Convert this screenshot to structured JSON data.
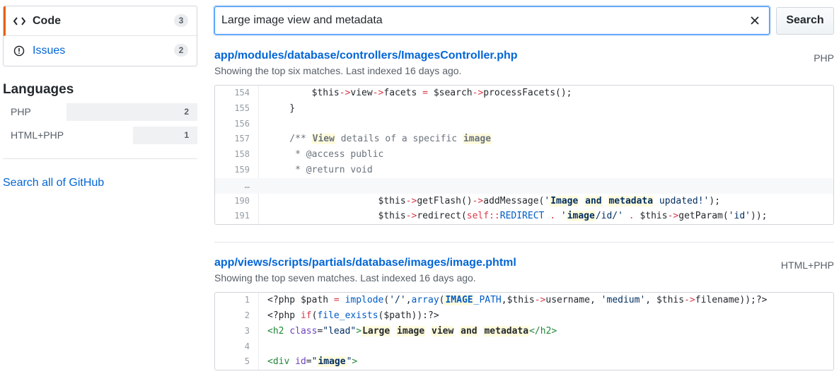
{
  "sidebar": {
    "filters": [
      {
        "label": "Code",
        "count": "3",
        "icon": "code-icon"
      },
      {
        "label": "Issues",
        "count": "2",
        "icon": "issue-opened-icon"
      }
    ],
    "languages_title": "Languages",
    "languages": [
      {
        "name": "PHP",
        "count": "2",
        "share": 1.0
      },
      {
        "name": "HTML+PHP",
        "count": "1",
        "share": 0.5
      }
    ],
    "search_all_label": "Search all of GitHub"
  },
  "search": {
    "value": "Large image view and metadata",
    "button_label": "Search",
    "clear_icon": "close-icon"
  },
  "results": [
    {
      "title": "app/modules/database/controllers/ImagesController.php",
      "subtitle": "Showing the top six matches. Last indexed 16 days ago.",
      "language": "PHP",
      "lines": [
        {
          "num": "154",
          "code": "        $this->view->facets = $search->processFacets();"
        },
        {
          "num": "155",
          "code": "    }"
        },
        {
          "num": "156",
          "code": ""
        },
        {
          "num": "157",
          "code": "    /** View details of a specific image"
        },
        {
          "num": "158",
          "code": "     * @access public"
        },
        {
          "num": "159",
          "code": "     * @return void"
        },
        {
          "num": "…",
          "code": "",
          "gap": true
        },
        {
          "num": "190",
          "code": "                    $this->getFlash()->addMessage('Image and metadata updated!');"
        },
        {
          "num": "191",
          "code": "                    $this->redirect(self::REDIRECT . 'image/id/' . $this->getParam('id'));"
        }
      ]
    },
    {
      "title": "app/views/scripts/partials/database/images/image.phtml",
      "subtitle": "Showing the top seven matches. Last indexed 16 days ago.",
      "language": "HTML+PHP",
      "lines": [
        {
          "num": "1",
          "code": "<?php $path = implode('/',array(IMAGE_PATH,$this->username, 'medium', $this->filename));?>"
        },
        {
          "num": "2",
          "code": "<?php if(file_exists($path)):?>"
        },
        {
          "num": "3",
          "code": "<h2 class=\"lead\">Large image view and metadata</h2>"
        },
        {
          "num": "4",
          "code": ""
        },
        {
          "num": "5",
          "code": "<div id=\"image\">"
        }
      ]
    }
  ],
  "colors": {
    "accent": "#0366d6",
    "selected_border": "#e36209",
    "highlight": "#fffbdd"
  }
}
